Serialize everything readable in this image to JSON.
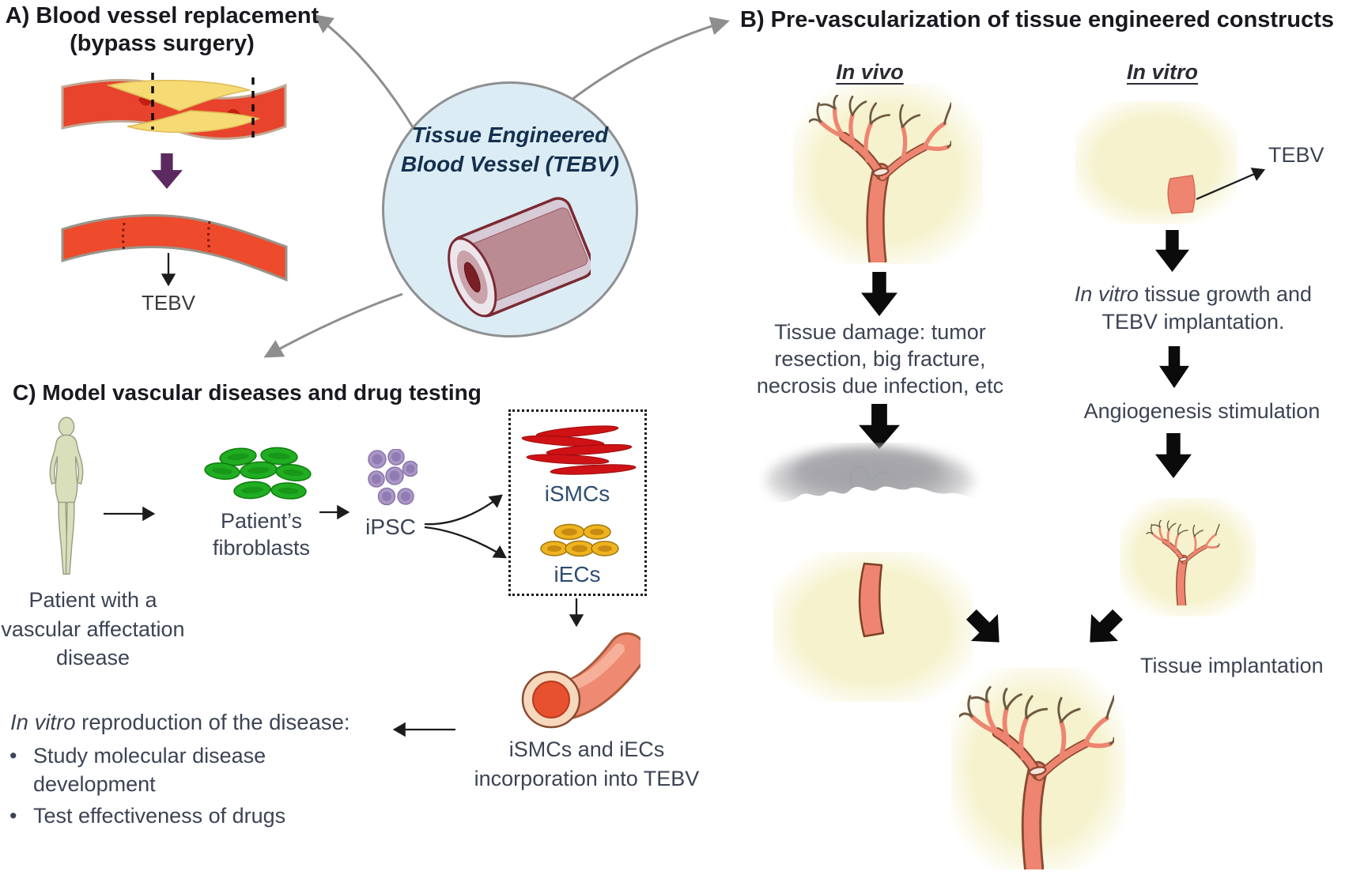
{
  "figure": {
    "a": {
      "title1": "A) Blood vessel replacement",
      "title2": "(bypass surgery)",
      "tebv": "TEBV"
    },
    "center": {
      "line1": "Tissue Engineered",
      "line2": "Blood Vessel (TEBV)"
    },
    "b": {
      "title": "B) Pre-vascularization of tissue engineered constructs",
      "invivo_header": "In vivo",
      "invitro_header": "In vitro",
      "damage_line1": "Tissue damage: tumor",
      "damage_line2": "resection, big fracture,",
      "damage_line3": "necrosis due infection, etc",
      "tebv": "TEBV",
      "growth_italic": "In vitro",
      "growth_rest": " tissue growth and",
      "growth_line2": "TEBV implantation.",
      "angiogenesis": "Angiogenesis stimulation",
      "implantation": "Tissue implantation"
    },
    "c": {
      "title": "C) Model vascular diseases and drug testing",
      "patient_line1": "Patient with a",
      "patient_line2": "vascular affectation",
      "patient_line3": "disease",
      "fibro_line1": "Patient’s",
      "fibro_line2": "fibroblasts",
      "ipsc": "iPSC",
      "ismcs": "iSMCs",
      "iecs": "iECs",
      "incorp_line1": "iSMCs and iECs",
      "incorp_line2": "incorporation into TEBV",
      "repro_italic": "In vitro",
      "repro_rest": " reproduction of the disease:",
      "bullets": [
        "Study molecular disease development",
        "Test effectiveness of drugs"
      ]
    },
    "colors": {
      "heading_text": "#18181f",
      "body_text": "#3c4354",
      "cell_label_blue": "#2e4d70",
      "circle_fill": "#dcecf4",
      "circle_text": "#13304e",
      "connector_gray": "#8e8e8e",
      "glow_yellow": "#f5f2cd",
      "vessel_red": "#e8432c",
      "plaque_yellow": "#f6da74",
      "purple_arrow": "#5b2a60",
      "salmon_vessel": "#ee8570",
      "green_cell": "#21ad21",
      "ipsc_purple": "#ab97c6",
      "smc_red": "#ce1215",
      "iec_yellow": "#eeb31f",
      "figure_green": "#d8dfba",
      "block_arrow_black": "#0b0b0b"
    }
  }
}
